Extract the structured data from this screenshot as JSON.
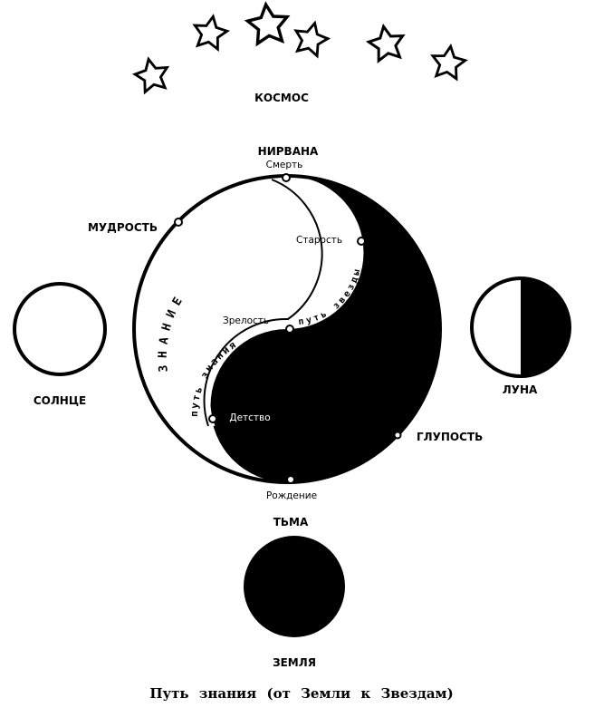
{
  "labels": {
    "kosmos": "КОСМОС",
    "nirvana": "НИРВАНА",
    "smert": "Смерть",
    "mudrost": "МУДРОСТЬ",
    "starost": "Старость",
    "znanie": "ЗНАНИЕ",
    "put_zvezdy": "путь звезды",
    "zrelost": "Зрелость",
    "put_znaniya": "путь знания",
    "detstvo": "Детство",
    "glupost": "ГЛУПОСТЬ",
    "rozhdenie": "Рождение",
    "tma": "ТЬМА",
    "solnce": "СОЛНЦЕ",
    "luna": "ЛУНА",
    "zemlya": "ЗЕМЛЯ"
  },
  "caption": "Путь знания (от Земли к Звездам)",
  "icons": [
    "star-icon",
    "sun-circle-icon",
    "moon-half-icon",
    "earth-circle-icon",
    "yin-yang-icon"
  ],
  "colors": {
    "ink": "#000000",
    "paper": "#ffffff"
  }
}
